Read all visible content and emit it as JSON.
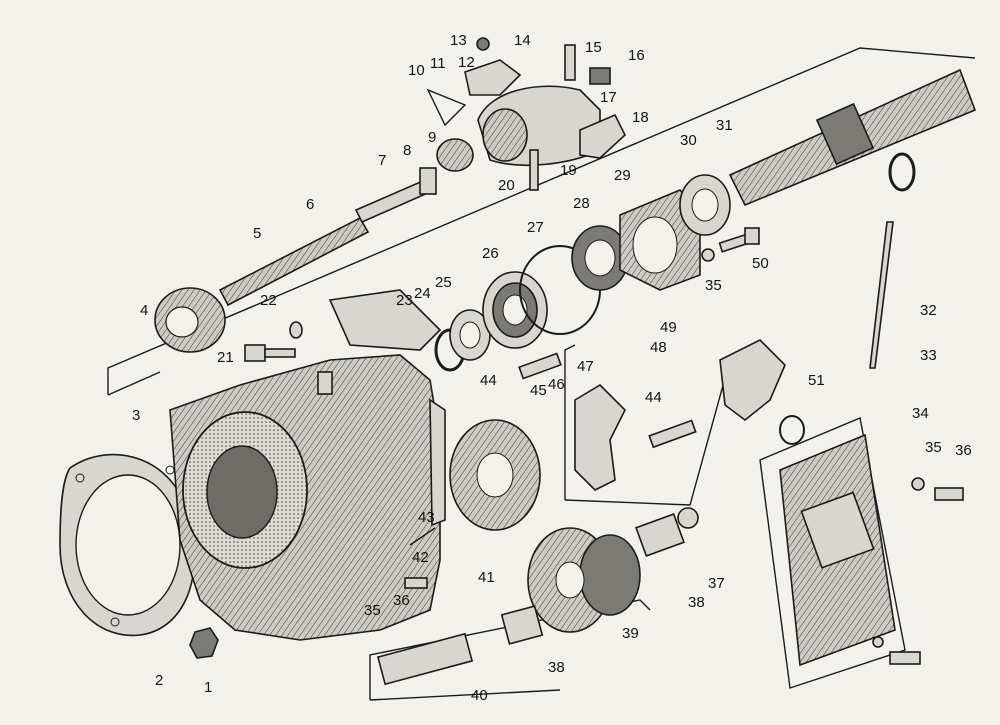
{
  "diagram": {
    "callouts": [
      "1",
      "2",
      "3",
      "4",
      "5",
      "6",
      "7",
      "8",
      "9",
      "10",
      "11",
      "12",
      "13",
      "14",
      "15",
      "16",
      "17",
      "18",
      "19",
      "20",
      "21",
      "22",
      "23",
      "24",
      "25",
      "26",
      "27",
      "28",
      "29",
      "30",
      "31",
      "32",
      "33",
      "34",
      "35",
      "36",
      "37",
      "38",
      "39",
      "40",
      "41",
      "42",
      "43",
      "44",
      "45",
      "46",
      "47",
      "48",
      "49",
      "50",
      "51"
    ],
    "extra_callouts": [
      "35",
      "36",
      "38",
      "44"
    ]
  },
  "colors": {
    "paper": "#f3f1ec",
    "ink": "#1b1b1b"
  }
}
